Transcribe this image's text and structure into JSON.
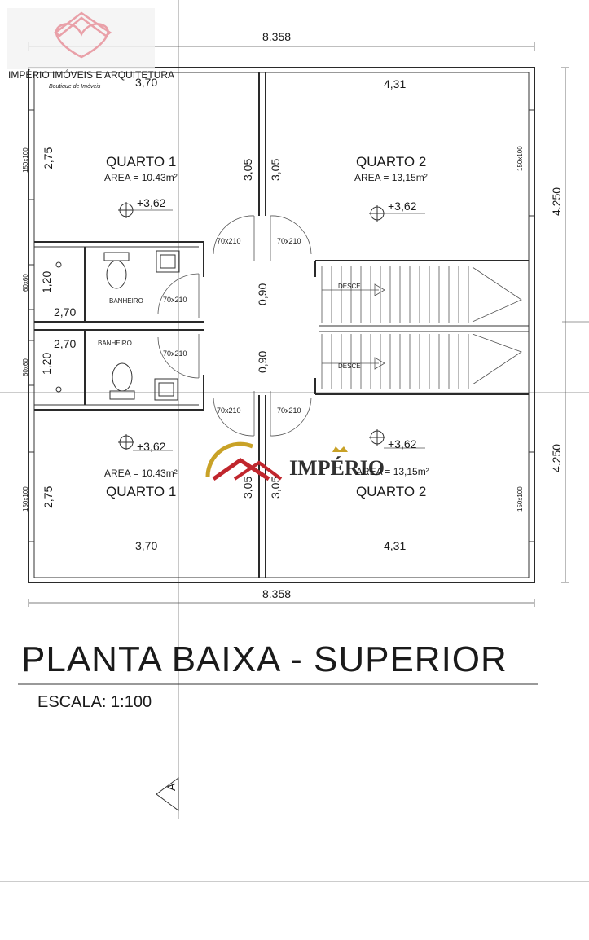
{
  "brand": {
    "name": "IMPÉRIO IMÓVEIS E ARQUITETURA",
    "tagline": "Boutique de Imóveis",
    "watermark": "IMPÉRIO",
    "logo_color": "#e9a0a8",
    "gold": "#c9a227",
    "red": "#c0262d"
  },
  "dims": {
    "overall_width": "8.358",
    "half_depth": "4.250",
    "q1_width": "3,70",
    "q2_width": "4,31",
    "room_depth": "2,75",
    "wall_dim": "3,05",
    "bath_width": "2,70",
    "bath_height": "1,20",
    "hall_width": "0,90"
  },
  "rooms": {
    "quarto1": "QUARTO 1",
    "quarto2": "QUARTO 2",
    "area1_top": "AREA = 10.43m²",
    "area2_top": "AREA = 13,15m²",
    "area1_bottom": "AREA = 10.43m²",
    "area2_bottom": "AREA = 13,15m²",
    "bathroom": "BANHEIRO",
    "level": "+3,62",
    "stair": "DESCE"
  },
  "labels": {
    "door": "70x210",
    "window_room": "150x100",
    "window_bath": "60x60",
    "section": "A"
  },
  "title": "PLANTA BAIXA - SUPERIOR",
  "scale": "ESCALA: 1:100"
}
